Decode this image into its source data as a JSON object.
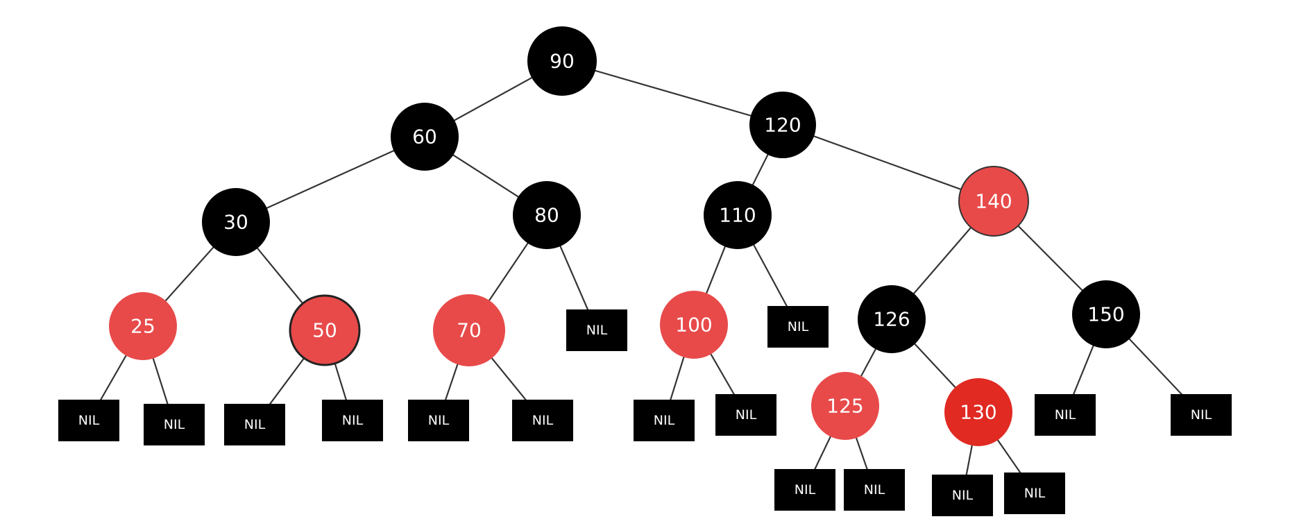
{
  "colors": {
    "black": "#000000",
    "red": "#e84a4a",
    "dark_red": "#e02a22",
    "nil": "#000000",
    "edge": "#333333"
  },
  "nodes": [
    {
      "id": "n90",
      "label": "90",
      "color": "black"
    },
    {
      "id": "n60",
      "label": "60",
      "color": "black"
    },
    {
      "id": "n120",
      "label": "120",
      "color": "black"
    },
    {
      "id": "n30",
      "label": "30",
      "color": "black"
    },
    {
      "id": "n80",
      "label": "80",
      "color": "black"
    },
    {
      "id": "n110",
      "label": "110",
      "color": "black"
    },
    {
      "id": "n140",
      "label": "140",
      "color": "red"
    },
    {
      "id": "n25",
      "label": "25",
      "color": "red"
    },
    {
      "id": "n50",
      "label": "50",
      "color": "red"
    },
    {
      "id": "n70",
      "label": "70",
      "color": "red"
    },
    {
      "id": "n100",
      "label": "100",
      "color": "red"
    },
    {
      "id": "n126",
      "label": "126",
      "color": "black"
    },
    {
      "id": "n150",
      "label": "150",
      "color": "black"
    },
    {
      "id": "n125",
      "label": "125",
      "color": "red"
    },
    {
      "id": "n130",
      "label": "130",
      "color": "dark_red"
    }
  ],
  "nil_label": "NIL",
  "nil_count": 16
}
